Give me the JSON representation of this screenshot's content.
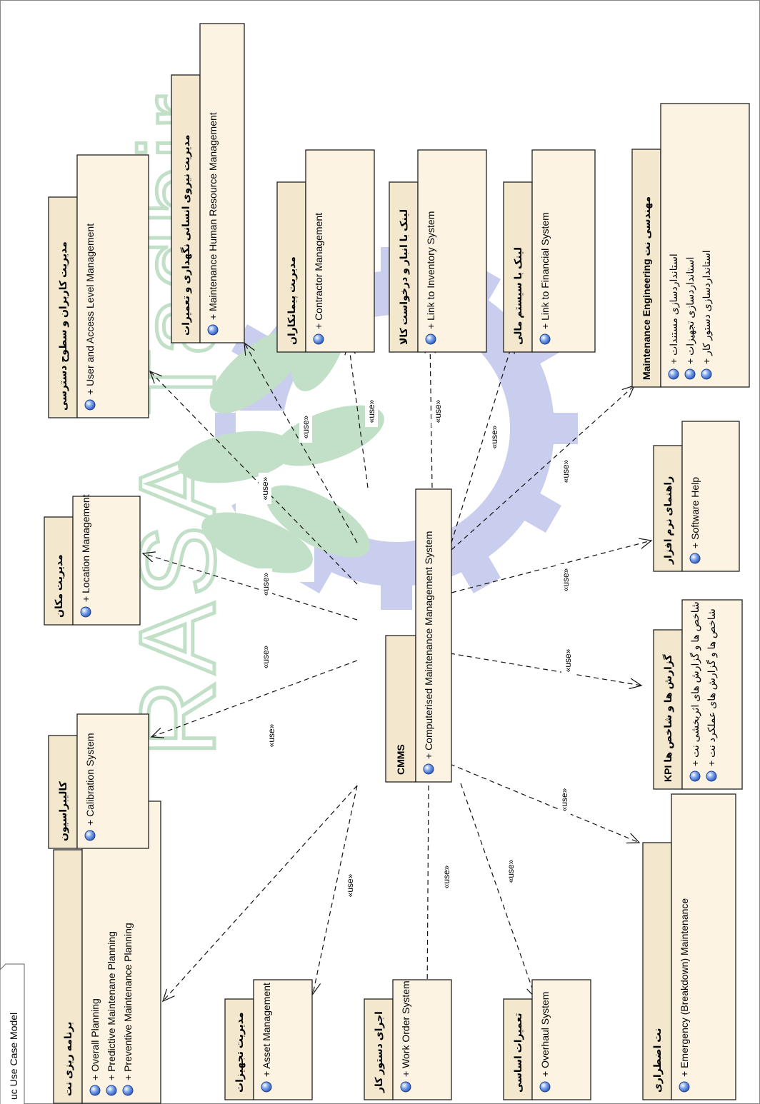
{
  "frame": {
    "label": "uc Use Case Model"
  },
  "watermark": "RASA Tadbir",
  "stereotype": "«use»",
  "center": {
    "name": "CMMS",
    "items": [
      "Computerised Maintenance Management System"
    ]
  },
  "packages": [
    {
      "id": "planning",
      "name": "برنامه ریزی نت",
      "items": [
        "Overall Planning",
        "Predictive Maintenane Planning",
        "Preventive Maintenance Planning"
      ]
    },
    {
      "id": "asset",
      "name": "مدیریت تجهیزات",
      "items": [
        "Asset Management"
      ]
    },
    {
      "id": "workorder",
      "name": "اجرای دستور کار",
      "items": [
        "Work Order System"
      ]
    },
    {
      "id": "overhaul",
      "name": "تعمیرات اساسی",
      "items": [
        "Overhaul System"
      ]
    },
    {
      "id": "emergency",
      "name": "نت اضطراری",
      "items": [
        "Emergency (Breakdown) Maintenance"
      ]
    },
    {
      "id": "calibration",
      "name": "کالیبراسیون",
      "items": [
        "Calibration System"
      ]
    },
    {
      "id": "location",
      "name": "مدیریت مکان",
      "items": [
        "Location Management"
      ]
    },
    {
      "id": "useraccess",
      "name": "مدیریت کاربران و سطوح دسترسی",
      "items": [
        "User and Access Level Management"
      ]
    },
    {
      "id": "hr",
      "name": "مدیریت نیروی انسانی نگهداری و تعمیرات",
      "items": [
        "Maintenance Human Resource Management"
      ]
    },
    {
      "id": "contractor",
      "name": "مدیریت پیمانکاران",
      "items": [
        "Contractor Management"
      ]
    },
    {
      "id": "inventory",
      "name": "لینک با انبار و درخواست کالا",
      "items": [
        "Link to Inventory System"
      ]
    },
    {
      "id": "financial",
      "name": "لینک با سیستم مالی",
      "items": [
        "Link to Financial System"
      ]
    },
    {
      "id": "engineering",
      "name": "مهندسی نت Maintenance Engineering",
      "items": [
        "استانداردسازی مستندات",
        "استانداردسازی تجهیزات",
        "استانداردسازی دستور کار"
      ]
    },
    {
      "id": "help",
      "name": "راهنمای نرم افزار",
      "items": [
        "Software Help"
      ]
    },
    {
      "id": "kpi",
      "name": "گزارش ها و شاخص ها KPI",
      "items": [
        "شاخص ها و گزارش های اثربخشی نت",
        "شاخص ها و گزارش های عملکرد نت"
      ]
    }
  ],
  "colors": {
    "box_fill": "#fcf3e2",
    "box_border": "#222222",
    "tab_fill": "#f3e7cd",
    "bullet": "#3b6fd0",
    "line": "#111111",
    "watermark_green": "#8ec79a",
    "watermark_blue": "#9fa7e0"
  }
}
